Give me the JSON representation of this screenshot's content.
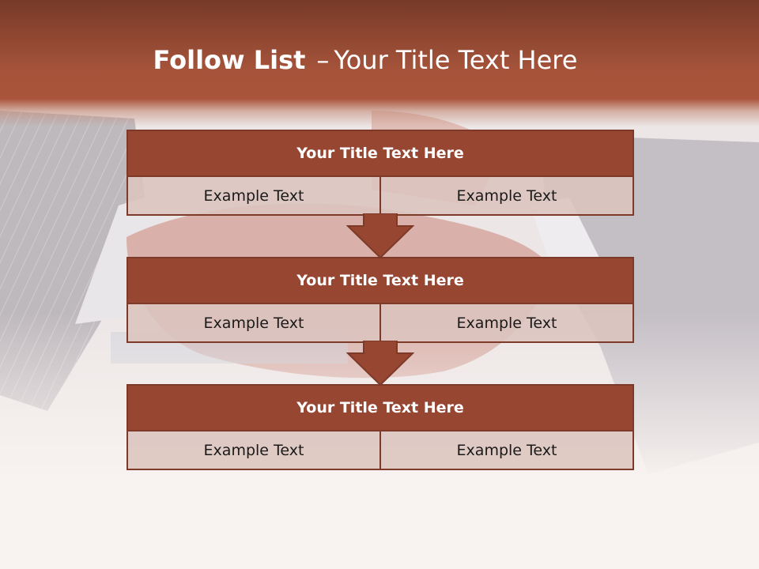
{
  "slide": {
    "title_bold": "Follow List",
    "title_separator": "–",
    "title_rest": "Your Title Text Here"
  },
  "steps": [
    {
      "title": "Your Title Text Here",
      "left": "Example Text",
      "right": "Example Text"
    },
    {
      "title": "Your Title Text Here",
      "left": "Example Text",
      "right": "Example Text"
    },
    {
      "title": "Your Title Text Here",
      "left": "Example Text",
      "right": "Example Text"
    }
  ],
  "colors": {
    "accent": "#974632",
    "accent_dark": "#7e3a29",
    "cell_fill": "#dcc4be"
  },
  "icons": [
    "down-arrow-icon"
  ]
}
